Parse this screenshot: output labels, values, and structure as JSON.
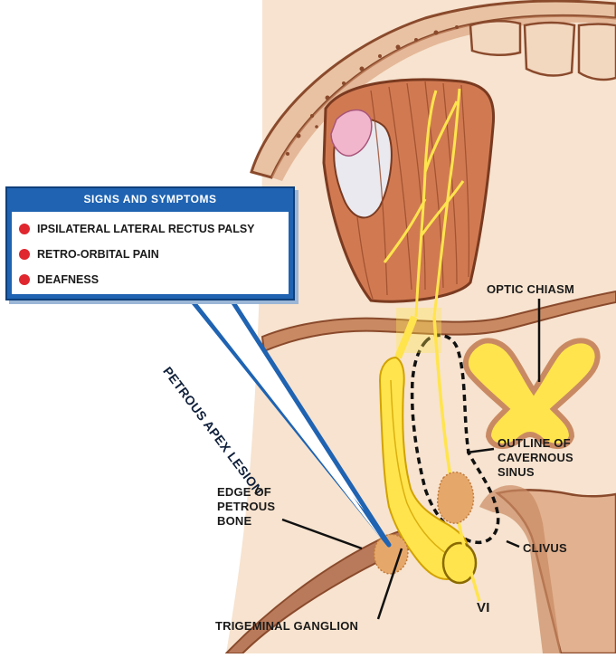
{
  "symptoms_box": {
    "title": "SIGNS AND SYMPTOMS",
    "items": [
      {
        "text": "IPSILATERAL LATERAL RECTUS PALSY"
      },
      {
        "text": "RETRO-ORBITAL PAIN"
      },
      {
        "text": "DEAFNESS"
      }
    ]
  },
  "callout_label": "PETROUS APEX LESION",
  "labels": {
    "optic_chiasm": "OPTIC CHIASM",
    "cavernous_sinus": "OUTLINE OF\nCAVERNOUS\nSINUS",
    "petrous_bone": "EDGE OF\nPETROUS\nBONE",
    "clivus": "CLIVUS",
    "nerve_vi": "VI",
    "trigeminal_ganglion": "TRIGEMINAL GANGLION"
  },
  "colors": {
    "tissue_background": "#f7e3cf",
    "bone": "#c98a63",
    "bone_dark": "#8a4a2c",
    "muscle": "#d17a52",
    "nerve": "#ffe44d",
    "nerve_outline": "#d2a200",
    "callout_blue": "#1f63b2",
    "bullet_red": "#e0262e",
    "lesion": "#e6a86a"
  }
}
